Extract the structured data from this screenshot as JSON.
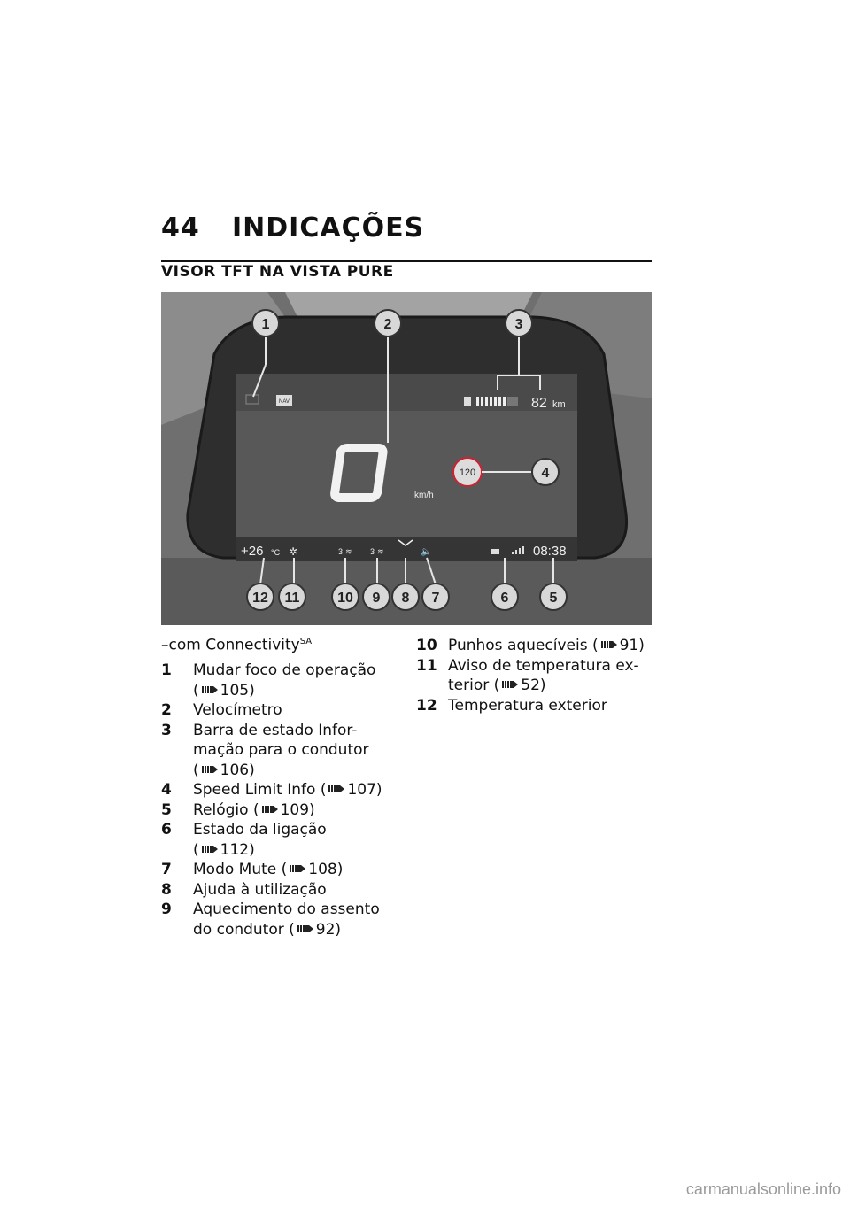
{
  "page": {
    "number": "44",
    "title": "INDICAÇÕES",
    "section": "VISOR TFT NA VISTA PURE"
  },
  "figure": {
    "callouts": [
      "1",
      "2",
      "3",
      "4",
      "5",
      "6",
      "7",
      "8",
      "9",
      "10",
      "11",
      "12"
    ],
    "screen": {
      "nav_label": "NAV",
      "range": "82",
      "range_unit": "km",
      "speed_unit": "km/h",
      "speed_limit": "120",
      "temperature": "+26",
      "temperature_unit": "°C",
      "seat_heat_level": "3",
      "grip_heat_level": "3",
      "clock": "08:38"
    }
  },
  "legend": {
    "condition": "–com Connectivity",
    "condition_sup": "SA",
    "items": [
      {
        "n": "1",
        "text": "Mudar foco de operação",
        "ref": "105)"
      },
      {
        "n": "2",
        "text": "Velocímetro",
        "ref": ""
      },
      {
        "n": "3",
        "text": "Barra de estado Infor-mação para o condutor",
        "ref": "106)"
      },
      {
        "n": "4",
        "text": "Speed Limit Info",
        "ref": "107)"
      },
      {
        "n": "5",
        "text": "Relógio",
        "ref": "109)"
      },
      {
        "n": "6",
        "text": "Estado da ligação",
        "ref": "112)"
      },
      {
        "n": "7",
        "text": "Modo Mute",
        "ref": "108)"
      },
      {
        "n": "8",
        "text": "Ajuda à utilização",
        "ref": ""
      },
      {
        "n": "9",
        "text": "Aquecimento do assento do condutor",
        "ref": "92)"
      },
      {
        "n": "10",
        "text": "Punhos aquecíveis",
        "ref": "91)"
      },
      {
        "n": "11",
        "text": "Aviso de temperatura ex-terior",
        "ref": "52)"
      },
      {
        "n": "12",
        "text": "Temperatura exterior",
        "ref": ""
      }
    ]
  },
  "footer": {
    "text": "carmanualsonline.info"
  }
}
